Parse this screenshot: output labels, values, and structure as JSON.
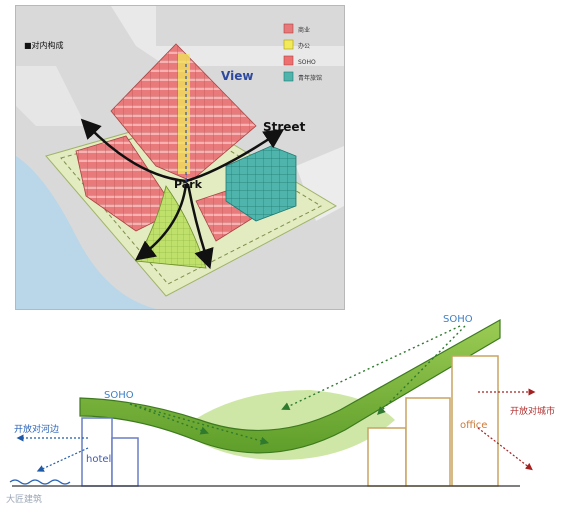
{
  "top": {
    "legend_title": "■对内构成",
    "legend": [
      {
        "label": "商业",
        "color": "#e8797a"
      },
      {
        "label": "办公",
        "color": "#f1ea5a"
      },
      {
        "label": "SOHO",
        "color": "#ef6f6f"
      },
      {
        "label": "青年旅馆",
        "color": "#4fb4ab"
      }
    ],
    "labels": {
      "view": "View",
      "street": "Street",
      "park": "Park"
    }
  },
  "bottom": {
    "soho_top": "SOHO",
    "soho_left": "SOHO",
    "river_side": "开放对河边",
    "city_side": "开放对城市",
    "hotel": "hotel",
    "office": "office"
  },
  "watermark": "大匠建筑"
}
